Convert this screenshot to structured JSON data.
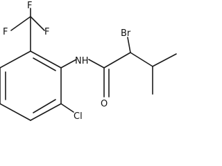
{
  "molecule": {
    "atom_labels": {
      "f1": "F",
      "f2": "F",
      "f3": "F",
      "nh": "NH",
      "br": "Br",
      "o": "O",
      "cl": "Cl"
    },
    "colors": {
      "bond": "#1a1a1a",
      "label": "#111111",
      "background": "#ffffff"
    }
  }
}
